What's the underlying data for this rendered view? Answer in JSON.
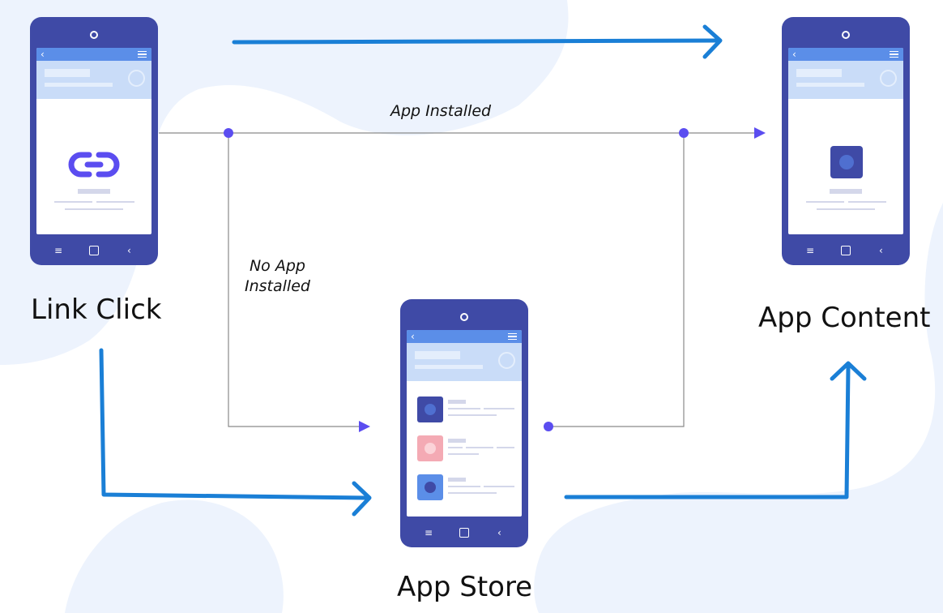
{
  "nodes": {
    "link_click": "Link Click",
    "app_content": "App Content",
    "app_store": "App Store"
  },
  "edges": {
    "app_installed": "App Installed",
    "no_app_line1": "No App",
    "no_app_line2": "Installed"
  },
  "colors": {
    "phone_body": "#3f4aa6",
    "phone_topbar": "#5b8ee8",
    "phone_header": "#c9dcf8",
    "flow_arrow": "#1a7fd6",
    "connector_line": "#8a8a8a",
    "connector_dot": "#5b4df0",
    "blob_background": "#edf3fd",
    "link_icon": "#5b4df0"
  },
  "icons": {
    "link_phone": "link-chain-icon",
    "content_phone": "content-square-icon",
    "nav_back": "chevron-left-icon",
    "nav_menu": "hamburger-menu-icon",
    "nav_home": "square-home-icon",
    "nav_recent": "menu-lines-icon"
  }
}
